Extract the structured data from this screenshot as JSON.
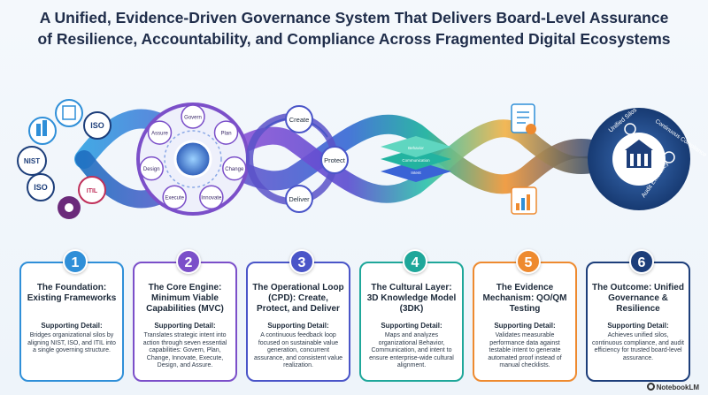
{
  "title_line1": "A Unified, Evidence-Driven Governance System That Delivers Board-Level Assurance",
  "title_line2": "of Resilience, Accountability, and Compliance Across Fragmented Digital Ecosystems",
  "frameworks": [
    "NIST",
    "ISO",
    "ISO",
    "ITIL"
  ],
  "mvc_center_ring": [
    "Govern",
    "Plan",
    "Change",
    "Innovate",
    "Execute",
    "Design",
    "Assure"
  ],
  "loop": [
    "Create",
    "Protect",
    "Deliver"
  ],
  "model_layers": [
    "Behavior",
    "Communication",
    "Intent"
  ],
  "outcome_ring": [
    "Unified Silos",
    "Continuous Compliance",
    "Audit Efficiency"
  ],
  "colors": {
    "blue": "#2f8fd8",
    "purple": "#7b4fc9",
    "indigo": "#4a55c8",
    "teal": "#1fa79a",
    "orange": "#ee8a2f",
    "navy": "#1d3e7a"
  },
  "cards": [
    {
      "num": "1",
      "title": "The Foundation: Existing Frameworks",
      "label": "Supporting Detail:",
      "text": "Bridges organizational silos by aligning NIST, ISO, and ITIL into a single governing structure.",
      "color": "#2f8fd8"
    },
    {
      "num": "2",
      "title": "The Core Engine: Minimum Viable Capabilities (MVC)",
      "label": "Supporting Detail:",
      "text": "Translates strategic intent into action through seven essential capabilities: Govern, Plan, Change, Innovate, Execute, Design, and Assure.",
      "color": "#7b4fc9"
    },
    {
      "num": "3",
      "title": "The Operational Loop (CPD): Create, Protect, and Deliver",
      "label": "Supporting Detail:",
      "text": "A continuous feedback loop focused on sustainable value generation, concurrent assurance, and consistent value realization.",
      "color": "#4a55c8"
    },
    {
      "num": "4",
      "title": "The Cultural Layer: 3D Knowledge Model (3DK)",
      "label": "Supporting Detail:",
      "text": "Maps and analyzes organizational Behavior, Communication, and intent to ensure enterprise-wide cultural alignment.",
      "color": "#1fa79a"
    },
    {
      "num": "5",
      "title": "The Evidence Mechanism: QO/QM Testing",
      "label": "Supporting Detail:",
      "text": "Validates measurable performance data against testable intent to generate automated proof instead of manual checklists.",
      "color": "#ee8a2f"
    },
    {
      "num": "6",
      "title": "The Outcome: Unified Governance & Resilience",
      "label": "Supporting Detail:",
      "text": "Achieves unified silos, continuous compliance, and audit efficiency for trusted board-level assurance.",
      "color": "#1d3e7a"
    }
  ],
  "footer": "NotebookLM"
}
